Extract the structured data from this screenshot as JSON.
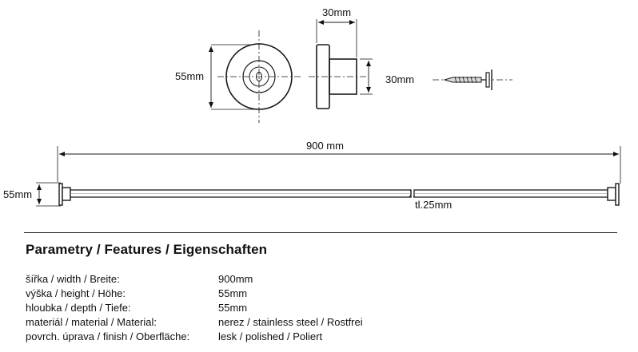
{
  "dimensions": {
    "top_width": "30mm",
    "rosette_height": "55mm",
    "side_depth": "30mm",
    "rod_length": "900 mm",
    "rod_height": "55mm",
    "rod_thickness": "tl.25mm"
  },
  "heading": "Parametry / Features / Eigenschaften",
  "specs": [
    {
      "label": "šířka / width / Breite:",
      "value": "900mm"
    },
    {
      "label": "výška / height / Höhe:",
      "value": "55mm"
    },
    {
      "label": "hloubka / depth / Tiefe:",
      "value": "55mm"
    },
    {
      "label": "materiál / material / Material:",
      "value": "nerez / stainless steel / Rostfrei"
    },
    {
      "label": "povrch. úprava / finish / Oberfläche:",
      "value": "lesk / polished / Poliert"
    }
  ],
  "colors": {
    "line": "#1a1a1a",
    "text": "#111111"
  }
}
